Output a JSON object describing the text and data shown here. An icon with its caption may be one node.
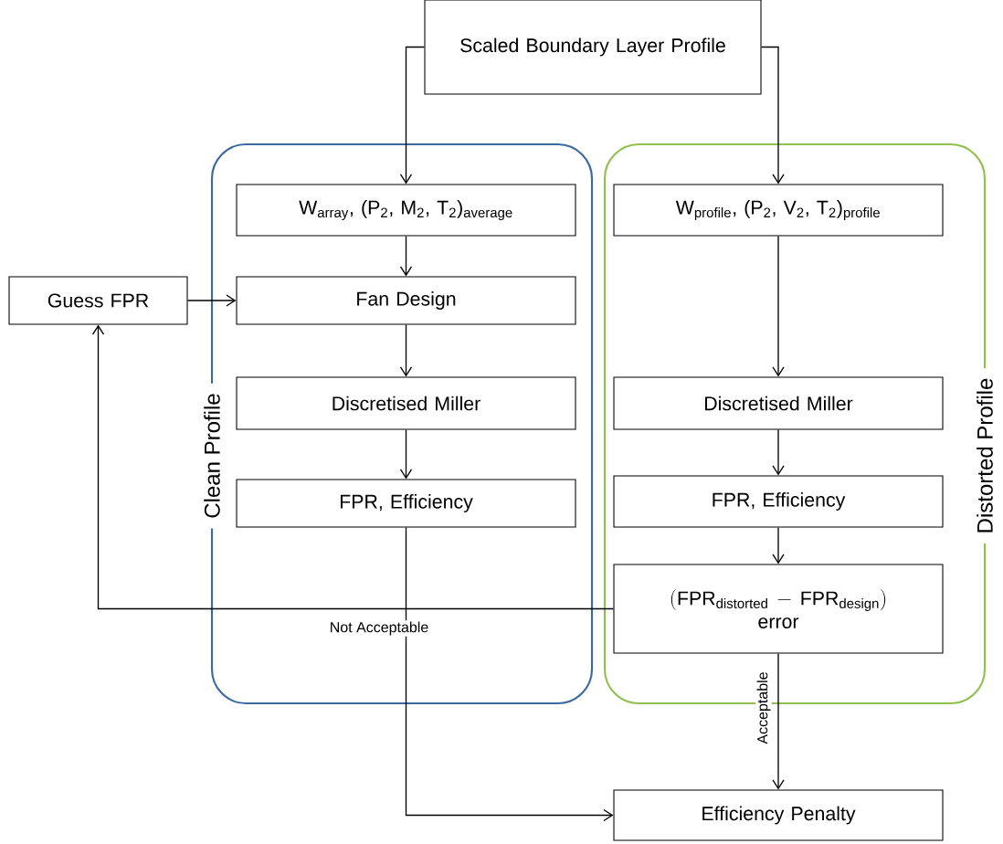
{
  "diagram": {
    "nodes": [
      {
        "text": [
          "Scaled Boundary Layer Profile"
        ]
      },
      {
        "text": [
          "Clean Profile"
        ]
      },
      {
        "text": [
          "W$_{array}$, (P$_{2}$, M$_{2}$, T$_{2}$)$_{average}$"
        ],
        "in": 1
      },
      {
        "text": [
          "Guess FPR"
        ]
      },
      {
        "text": [
          "Fan Design"
        ],
        "in": 1
      },
      {
        "text": [
          "Discretised Miller"
        ],
        "in": 1
      },
      {
        "text": [
          "FPR, Efficiency"
        ],
        "in": 1
      },
      {
        "text": [
          "Distorted Profile"
        ]
      },
      {
        "text": [
          "W$_{profile}$, (P$_{2}$, V$_{2}$, T$_{2}$)$_{profile}$"
        ],
        "in": 7
      },
      {
        "text": [
          "Discretised Miller"
        ],
        "in": 7
      },
      {
        "text": [
          "FPR, Efficiency"
        ],
        "in": 7
      },
      {
        "text": [
          "(\\mathrm{FPR}_{\\mathrm{distorted}} - \\mathrm{FPR}_{\\mathrm{design}})",
          "error"
        ],
        "in": 7
      },
      {
        "text": [
          "Efficiency Penalty"
        ]
      }
    ],
    "edges": [
      {
        "from": 0,
        "to": 2,
        "arrow": "to"
      },
      {
        "from": 0,
        "to": 8,
        "arrow": "to"
      },
      {
        "from": 2,
        "to": 4,
        "arrow": "to"
      },
      {
        "from": 3,
        "to": 4,
        "arrow": "to"
      },
      {
        "from": 4,
        "to": 5,
        "arrow": "to"
      },
      {
        "from": 5,
        "to": 6,
        "arrow": "to"
      },
      {
        "from": 6,
        "to": 12,
        "arrow": "to"
      },
      {
        "from": 8,
        "to": 9,
        "arrow": "to"
      },
      {
        "from": 9,
        "to": 10,
        "arrow": "to"
      },
      {
        "from": 10,
        "to": 11,
        "arrow": "to"
      },
      {
        "from": 11,
        "to": 3,
        "arrow": "to",
        "label": "Not Acceptable"
      },
      {
        "from": 11,
        "to": 12,
        "arrow": "to",
        "label": "Acceptable"
      }
    ]
  }
}
